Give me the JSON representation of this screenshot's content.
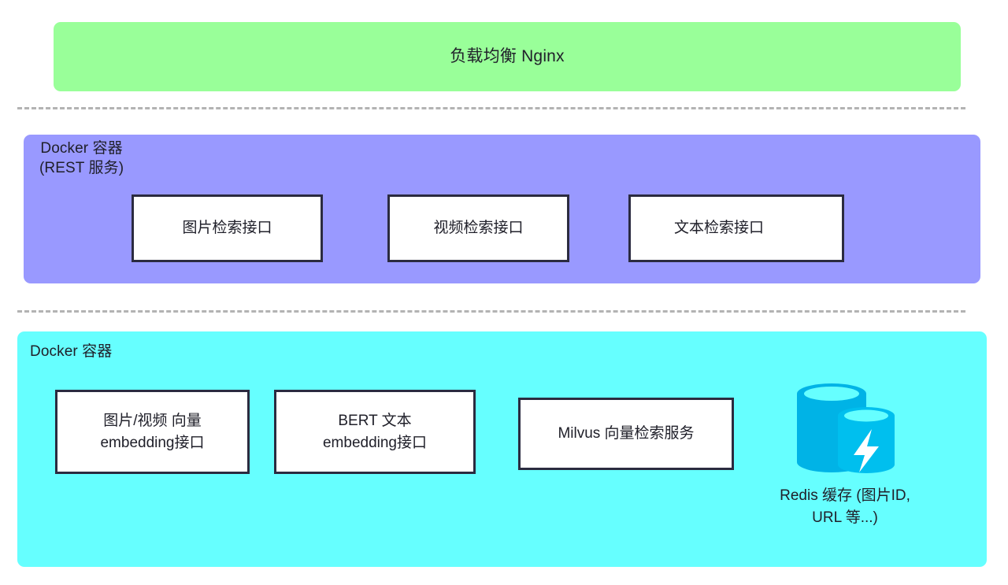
{
  "diagram": {
    "load_balancer": {
      "label": "负载均衡 Nginx",
      "color": "#99ff99"
    },
    "rest_tier": {
      "title": "Docker 容器\n(REST 服务)",
      "color": "#9999ff",
      "services": [
        {
          "label": "图片检索接口"
        },
        {
          "label": "视频检索接口"
        },
        {
          "label": "文本检索接口"
        }
      ]
    },
    "engine_tier": {
      "title": "Docker 容器",
      "color": "#66ffff",
      "services": [
        {
          "label": "图片/视频 向量\nembedding接口"
        },
        {
          "label": "BERT 文本\nembedding接口"
        },
        {
          "label": "Milvus 向量检索服务"
        }
      ],
      "datastore": {
        "icon": "redis-database-cylinder-icon",
        "caption": "Redis 缓存 (图片ID,\nURL 等...)",
        "icon_color": "#00b3e6",
        "icon_highlight": "#66ffff"
      }
    },
    "dividers": {
      "style": "dashed",
      "color": "#b3b3b3"
    }
  }
}
